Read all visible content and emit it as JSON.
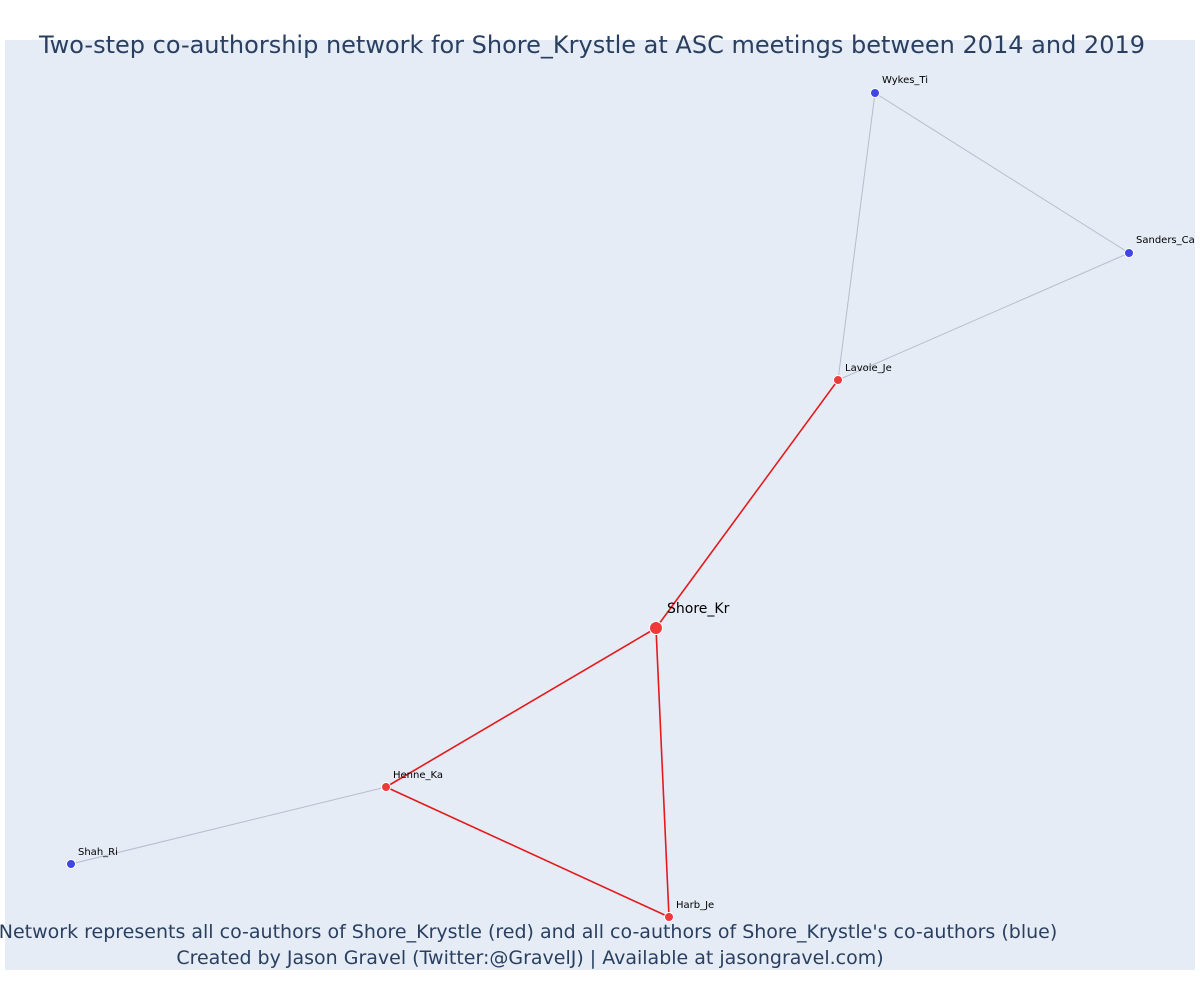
{
  "title": "Two-step co-authorship network for Shore_Krystle at ASC meetings between 2014 and 2019",
  "caption": {
    "line1": "Network represents all co-authors of Shore_Krystle (red) and all co-authors of Shore_Krystle's co-authors (blue)",
    "line2": "Created by Jason Gravel (Twitter:@GravelJ) | Available at jasongravel.com)"
  },
  "colors": {
    "background": "#e5ecf6",
    "direct_node": "#ef3a3a",
    "indirect_node": "#3f46e3",
    "direct_edge": "#e41a1c",
    "indirect_edge": "#b6bccb",
    "text": "#2a3f5f"
  },
  "nodes": [
    {
      "id": "Shore_Kr",
      "label": "Shore_Kr",
      "group": "focal"
    },
    {
      "id": "Lavoie_Je",
      "label": "Lavoie_Je",
      "group": "direct"
    },
    {
      "id": "Henne_Ka",
      "label": "Henne_Ka",
      "group": "direct"
    },
    {
      "id": "Harb_Je",
      "label": "Harb_Je",
      "group": "direct"
    },
    {
      "id": "Wykes_Ti",
      "label": "Wykes_Ti",
      "group": "indirect"
    },
    {
      "id": "Sanders_Ca",
      "label": "Sanders_Ca",
      "group": "indirect"
    },
    {
      "id": "Shah_Ri",
      "label": "Shah_Ri",
      "group": "indirect"
    }
  ],
  "edges": [
    {
      "source": "Shore_Kr",
      "target": "Lavoie_Je",
      "type": "direct"
    },
    {
      "source": "Shore_Kr",
      "target": "Henne_Ka",
      "type": "direct"
    },
    {
      "source": "Shore_Kr",
      "target": "Harb_Je",
      "type": "direct"
    },
    {
      "source": "Henne_Ka",
      "target": "Harb_Je",
      "type": "direct"
    },
    {
      "source": "Lavoie_Je",
      "target": "Wykes_Ti",
      "type": "indirect"
    },
    {
      "source": "Lavoie_Je",
      "target": "Sanders_Ca",
      "type": "indirect"
    },
    {
      "source": "Wykes_Ti",
      "target": "Sanders_Ca",
      "type": "indirect"
    },
    {
      "source": "Henne_Ka",
      "target": "Shah_Ri",
      "type": "indirect"
    }
  ]
}
